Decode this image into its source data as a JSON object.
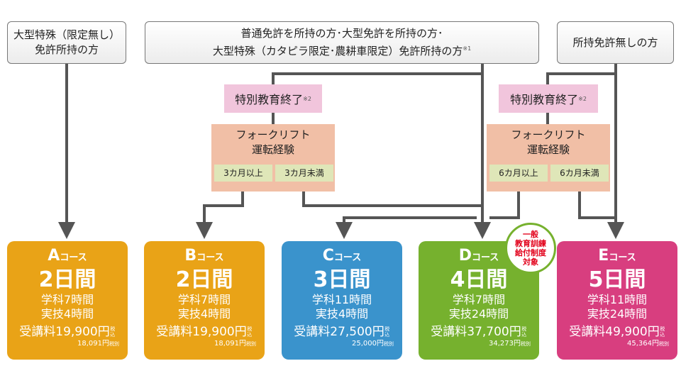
{
  "headers": {
    "left": [
      "大型特殊（限定無し）",
      "免許所持の方"
    ],
    "middle": [
      "普通免許を所持の方･大型免許を所持の方･",
      "大型特殊（カタピラ限定･農耕車限定）免許所持の方"
    ],
    "middle_note": "※1",
    "right": "所持免許無しの方"
  },
  "special_edu": {
    "label": "特別教育終了",
    "note": "※2"
  },
  "forklift": {
    "line1": "フォークリフト",
    "line2": "運転経験"
  },
  "branches": {
    "left_a": "3カ月以上",
    "left_b": "3カ月未満",
    "right_a": "6カ月以上",
    "right_b": "6カ月未満"
  },
  "courses": [
    {
      "letter": "A",
      "suffix": "コース",
      "days": "2日間",
      "lecture": "学科7時間",
      "practice": "実技4時間",
      "fee": "受講料19,900円",
      "tax_in": "税込",
      "ex_tax": "18,091円",
      "ex_label": "税別",
      "color": "#e9a317"
    },
    {
      "letter": "B",
      "suffix": "コース",
      "days": "2日間",
      "lecture": "学科7時間",
      "practice": "実技4時間",
      "fee": "受講料19,900円",
      "tax_in": "税込",
      "ex_tax": "18,091円",
      "ex_label": "税別",
      "color": "#e9a317"
    },
    {
      "letter": "C",
      "suffix": "コース",
      "days": "3日間",
      "lecture": "学科11時間",
      "practice": "実技4時間",
      "fee": "受講料27,500円",
      "tax_in": "税込",
      "ex_tax": "25,000円",
      "ex_label": "税別",
      "color": "#3a93cc"
    },
    {
      "letter": "D",
      "suffix": "コース",
      "days": "4日間",
      "lecture": "学科7時間",
      "practice": "実技24時間",
      "fee": "受講料37,700円",
      "tax_in": "税込",
      "ex_tax": "34,273円",
      "ex_label": "税別",
      "color": "#76b12e"
    },
    {
      "letter": "E",
      "suffix": "コース",
      "days": "5日間",
      "lecture": "学科11時間",
      "practice": "実技24時間",
      "fee": "受講料49,900円",
      "tax_in": "税込",
      "ex_tax": "45,364円",
      "ex_label": "税別",
      "color": "#d83e7f"
    }
  ],
  "badge": [
    "一般",
    "教育訓練",
    "給付制度",
    "対象"
  ]
}
